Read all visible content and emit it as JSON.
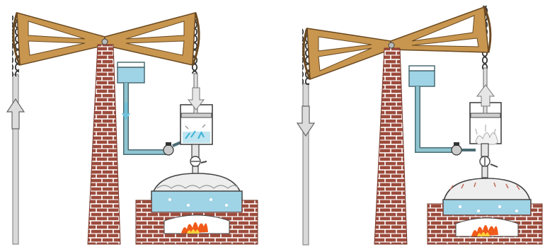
{
  "colors": {
    "wood": "#c8964f",
    "wood_edge": "#6b4a22",
    "brick": "#9c4b3c",
    "mortar": "#ffffff",
    "water": "#9fd3e6",
    "pipe": "#8fc4d0",
    "steam": "#f2f2f2",
    "chain": "#333333",
    "rod": "#c7c7c7",
    "fire": "#f05a1a",
    "fire_core": "#ffd23a"
  },
  "panels": [
    {
      "stroke": "intake",
      "rod_arrow": "up-arrow-icon",
      "piston_arrow": "down-arrow-icon",
      "valve_state": "open",
      "water_injection": true
    },
    {
      "stroke": "exhaust",
      "rod_arrow": "down-arrow-icon",
      "piston_arrow": "up-arrow-icon",
      "valve_state": "closed",
      "water_injection": false
    }
  ]
}
